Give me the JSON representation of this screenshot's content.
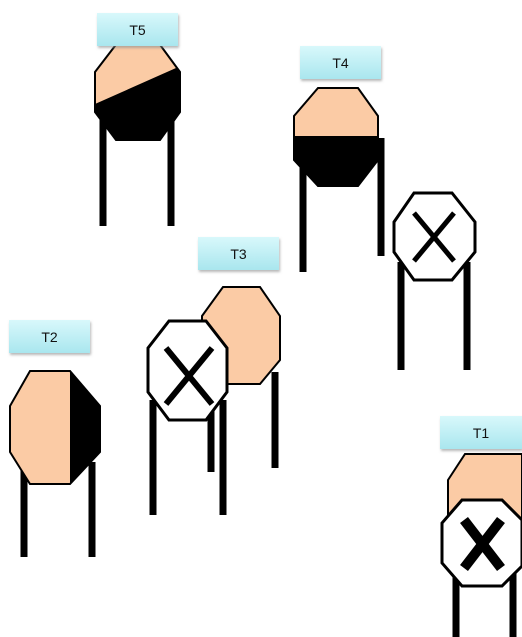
{
  "tanks": [
    {
      "id": "t5",
      "label": "T5",
      "state": "diagonal-half-filled"
    },
    {
      "id": "t4",
      "label": "T4",
      "state": "half-filled"
    },
    {
      "id": "t3",
      "label": "T3",
      "state": "empty"
    },
    {
      "id": "t2",
      "label": "T2",
      "state": "side-half-filled"
    },
    {
      "id": "t1",
      "label": "T1",
      "state": "empty"
    }
  ],
  "markers": [
    {
      "id": "x-near-t4",
      "icon": "x-cross-icon"
    },
    {
      "id": "x-near-t3",
      "icon": "x-cross-icon"
    },
    {
      "id": "x-near-t1",
      "icon": "x-cross-icon"
    }
  ],
  "colors": {
    "tank_fill": "#FBCBA5",
    "filled": "#000000",
    "outline": "#000000",
    "label_bg": "#BFEFF5",
    "marker_bg": "#FFFFFF"
  }
}
